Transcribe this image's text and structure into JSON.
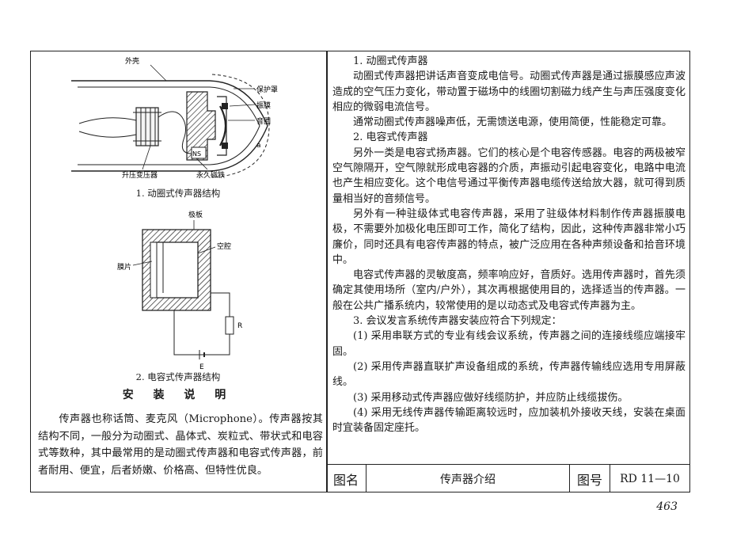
{
  "diagram1": {
    "labels": {
      "shell": "外壳",
      "cover": "保护罩",
      "diaphragm": "振膜",
      "coil": "音圈",
      "ns": "NS",
      "a": "a",
      "transformer": "升压变压器",
      "magnet": "永久磁铁"
    },
    "caption": "1. 动圈式传声器结构"
  },
  "diagram2": {
    "labels": {
      "plate": "极板",
      "cavity": "空腔",
      "membrane": "膜片",
      "r": "R",
      "e": "E"
    },
    "caption": "2. 电容式传声器结构"
  },
  "install": {
    "title": "安 装 说 明",
    "text": "传声器也称话筒、麦克风（Microphone）。传声器按其结构不同，一般分为动圈式、晶体式、炭粒式、带状式和电容式等数种，其中最常用的是动圈式传声器和电容式传声器，前者耐用、便宜，后者娇嫩、价格高、但特性优良。"
  },
  "right_paragraphs": [
    {
      "cls": "head",
      "text": "1. 动圈式传声器"
    },
    {
      "cls": "ind",
      "text": "动圈式传声器把讲话声音变成电信号。动圈式传声器是通过振膜感应声波造成的空气压力变化，带动置于磁场中的线圈切割磁力线产生与声压强度变化相应的微弱电流信号。"
    },
    {
      "cls": "ind",
      "text": "通常动圈式传声器噪声低，无需馈送电源，使用简便，性能稳定可靠。"
    },
    {
      "cls": "head",
      "text": "2. 电容式传声器"
    },
    {
      "cls": "ind",
      "text": "另外一类是电容式扬声器。它们的核心是个电容传感器。电容的两极被窄空气隙隔开，空气隙就形成电容器的介质，声振动引起电容变化，电路中电流也产生相应变化。这个电信号通过平衡传声器电缆传送给放大器，就可得到质量相当好的音频信号。"
    },
    {
      "cls": "ind",
      "text": "另外有一种驻级体式电容传声器，采用了驻级体材料制作传声器振膜电极，不需要外加极化电压即可工作，简化了结构，因此，这种传声器非常小巧廉价，同时还具有电容传声器的特点，被广泛应用在各种声频设备和拾音环境中。"
    },
    {
      "cls": "ind",
      "text": "电容式传声器的灵敏度高，频率响应好，音质好。选用传声器时，首先须确定其使用场所（室内/户外），其次再根据使用目的，选择适当的传声器。一般在公共广播系统内，较常使用的是以动态式及电容式传声器为主。"
    },
    {
      "cls": "head",
      "text": "3. 会议发言系统传声器安装应符合下列规定："
    },
    {
      "cls": "ind",
      "text": "(1) 采用串联方式的专业有线会议系统，传声器之间的连接线缆应端接牢固。"
    },
    {
      "cls": "ind",
      "text": "(2) 采用传声器直联扩声设备组成的系统，传声器传输线应选用专用屏蔽线。"
    },
    {
      "cls": "ind",
      "text": "(3) 采用移动式传声器应做好线缆防护，并应防止线缆拔伤。"
    },
    {
      "cls": "ind",
      "text": "(4) 采用无线传声器传输距离较远时，应加装机外接收天线，安装在桌面时宜装备固定座托。"
    }
  ],
  "titlebar": {
    "name_label": "图名",
    "name_value": "传声器介绍",
    "number_label": "图号",
    "number_value": "RD 11—10"
  },
  "page_number": "463"
}
